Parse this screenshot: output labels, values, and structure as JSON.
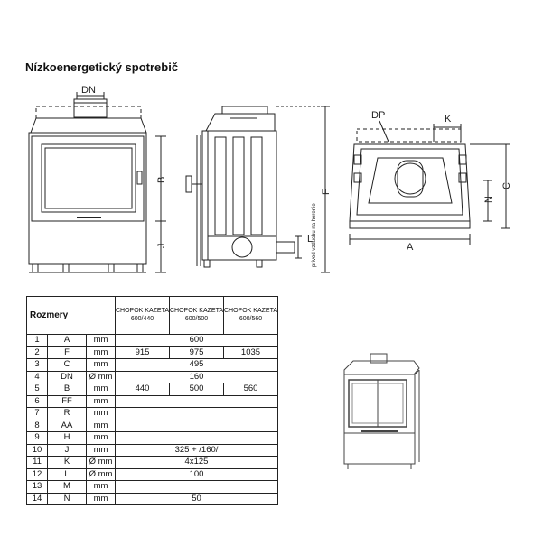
{
  "title": "Nízkoenergetický spotrebič",
  "labels": {
    "dn": "DN",
    "b": "B",
    "j": "J",
    "f": "F",
    "l": "L",
    "dp": "DP",
    "k": "K",
    "c": "C",
    "n": "N",
    "a": "A",
    "air_inlet": "prívod vzduchu na horenie"
  },
  "table": {
    "header": "Rozmery",
    "columns": [
      "CHOPOK KAZETA 600/440",
      "CHOPOK KAZETA 600/500",
      "CHOPOK KAZETA 600/560"
    ],
    "rows": [
      {
        "n": "1",
        "param": "A",
        "unit": "mm",
        "merged": "600"
      },
      {
        "n": "2",
        "param": "F",
        "unit": "mm",
        "values": [
          "915",
          "975",
          "1035"
        ]
      },
      {
        "n": "3",
        "param": "C",
        "unit": "mm",
        "merged": "495"
      },
      {
        "n": "4",
        "param": "DN",
        "unit": "Ø mm",
        "merged": "160"
      },
      {
        "n": "5",
        "param": "B",
        "unit": "mm",
        "values": [
          "440",
          "500",
          "560"
        ]
      },
      {
        "n": "6",
        "param": "FF",
        "unit": "mm",
        "merged": ""
      },
      {
        "n": "7",
        "param": "R",
        "unit": "mm",
        "merged": ""
      },
      {
        "n": "8",
        "param": "AA",
        "unit": "mm",
        "merged": ""
      },
      {
        "n": "9",
        "param": "H",
        "unit": "mm",
        "merged": ""
      },
      {
        "n": "10",
        "param": "J",
        "unit": "mm",
        "merged": "325 + /160/"
      },
      {
        "n": "11",
        "param": "K",
        "unit": "Ø mm",
        "merged": "4x125"
      },
      {
        "n": "12",
        "param": "L",
        "unit": "Ø mm",
        "merged": "100"
      },
      {
        "n": "13",
        "param": "M",
        "unit": "mm",
        "merged": ""
      },
      {
        "n": "14",
        "param": "N",
        "unit": "mm",
        "merged": "50"
      }
    ]
  }
}
